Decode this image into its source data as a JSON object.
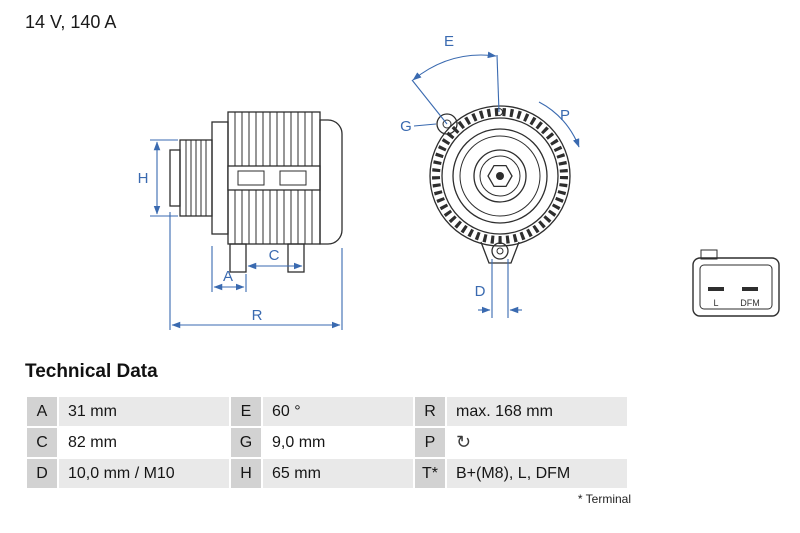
{
  "header": {
    "rating": "14 V, 140 A"
  },
  "diagram": {
    "labels": {
      "H": "H",
      "A": "A",
      "C": "C",
      "R": "R",
      "E": "E",
      "G": "G",
      "P": "P",
      "D": "D"
    },
    "connector": {
      "pin_left": "L",
      "pin_right": "DFM"
    },
    "colors": {
      "dimension_blue": "#3a6ab0",
      "drawing_dark": "#2e2e2e"
    }
  },
  "tech_table": {
    "title": "Technical Data",
    "rows": [
      {
        "cells": [
          {
            "k": "A",
            "v": "31 mm"
          },
          {
            "k": "E",
            "v": "60 °"
          },
          {
            "k": "R",
            "v": "max. 168 mm"
          }
        ]
      },
      {
        "cells": [
          {
            "k": "C",
            "v": "82 mm"
          },
          {
            "k": "G",
            "v": "9,0 mm"
          },
          {
            "k": "P",
            "v": "↻",
            "icon": "rotation-clockwise-icon"
          }
        ]
      },
      {
        "cells": [
          {
            "k": "D",
            "v": "10,0 mm / M10"
          },
          {
            "k": "H",
            "v": "65 mm"
          },
          {
            "k": "T*",
            "v": "B+(M8), L, DFM"
          }
        ]
      }
    ],
    "footnote": "* Terminal"
  }
}
